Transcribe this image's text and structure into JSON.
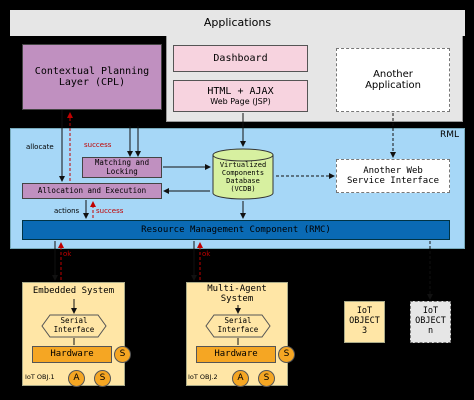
{
  "applications": {
    "title": "Applications",
    "dashboard": "Dashboard",
    "html_ajax_title": "HTML + AJAX",
    "html_ajax_sub": "Web Page (JSP)",
    "another_application": "Another\nApplication"
  },
  "cpl": "Contextual Planning\nLayer (CPL)",
  "rml": {
    "title": "RML",
    "matching_locking": "Matching and\nLocking",
    "allocation_execution": "Allocation and Execution",
    "vcdb": "Virtualized\nComponents\nDatabase\n(VCDB)",
    "another_web_service": "Another Web\nService Interface",
    "rmc": "Resource Management Component (RMC)"
  },
  "flow_labels": {
    "allocate": "allocate",
    "success_top": "success",
    "actions": "actions",
    "success_bottom": "success",
    "ok_left": "ok",
    "ok_right": "ok"
  },
  "embedded": {
    "title": "Embedded System",
    "serial": "Serial\nInterface",
    "hardware": "Hardware",
    "footer": "IoT OBJ.1",
    "actuator": "A",
    "sensor_a": "S",
    "sensor_b": "S"
  },
  "multiagent": {
    "title": "Multi-Agent\nSystem",
    "serial": "Serial\nInterface",
    "hardware": "Hardware",
    "footer": "IoT OBJ.2",
    "actuator": "A",
    "sensor_a": "S",
    "sensor_b": "S"
  },
  "iot3": "IoT\nOBJECT\n3",
  "iotn": "IoT\nOBJECT\nn",
  "colors": {
    "applications_bg": "#e6e6e6",
    "pink": "#f7d3df",
    "cpl": "#c090c0",
    "rml_bg": "#a6d7f7",
    "rmc": "#0a6ab4",
    "vcdb": "#d7f0a0",
    "device_bg": "#ffe6a6",
    "hardware": "#f5a623",
    "sensor": "#f5a623",
    "success": "#c00000"
  }
}
